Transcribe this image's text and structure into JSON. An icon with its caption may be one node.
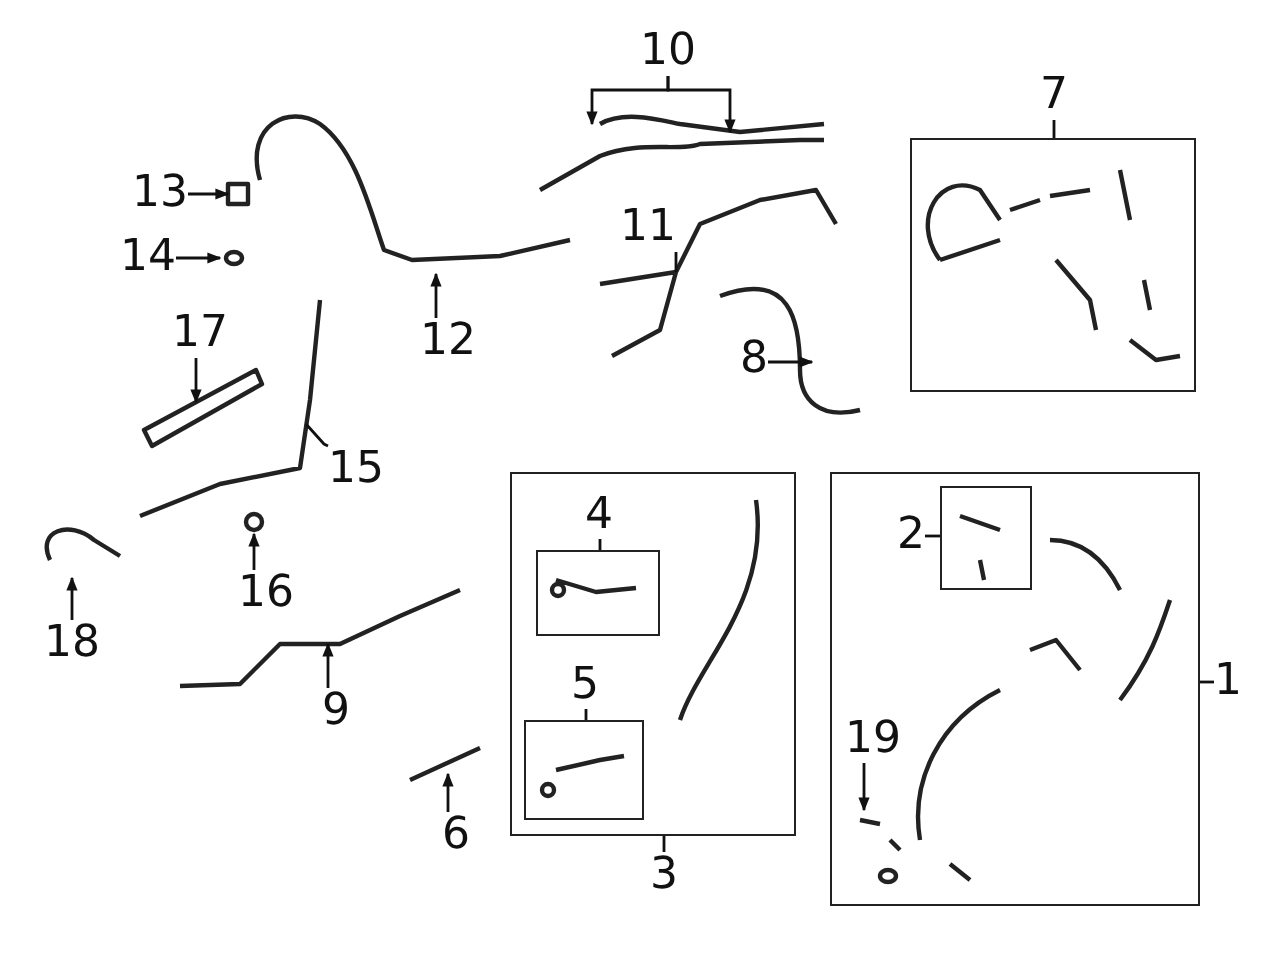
{
  "diagram": {
    "nodes": [
      {
        "text": [
          "10"
        ]
      },
      {
        "text": [
          "13"
        ]
      },
      {
        "text": [
          "14"
        ]
      },
      {
        "text": [
          "12"
        ]
      },
      {
        "text": [
          "11"
        ]
      },
      {
        "text": [],
        "shape": "box"
      },
      {
        "text": [
          "7"
        ]
      },
      {
        "text": [
          "17"
        ]
      },
      {
        "text": [
          "8"
        ]
      },
      {
        "text": [
          "15"
        ]
      },
      {
        "text": [
          "18"
        ]
      },
      {
        "text": [
          "16"
        ]
      },
      {
        "text": [],
        "shape": "box"
      },
      {
        "text": [],
        "shape": "box",
        "in": 12
      },
      {
        "text": [
          "4"
        ],
        "in": 12
      },
      {
        "text": [],
        "shape": "box",
        "in": 12
      },
      {
        "text": [
          "5"
        ],
        "in": 12
      },
      {
        "text": [
          "3"
        ]
      },
      {
        "text": [],
        "shape": "box"
      },
      {
        "text": [],
        "shape": "box",
        "in": 18
      },
      {
        "text": [
          "2"
        ],
        "in": 18
      },
      {
        "text": [
          "1"
        ]
      },
      {
        "text": [
          "9"
        ]
      },
      {
        "text": [
          "6"
        ]
      },
      {
        "text": [
          "19"
        ],
        "in": 18
      }
    ],
    "edges": [
      {
        "from": 0,
        "to": null,
        "arrow": "to"
      },
      {
        "from": 0,
        "to": null,
        "arrow": "to"
      },
      {
        "from": 1,
        "to": null,
        "arrow": "to"
      },
      {
        "from": 2,
        "to": null,
        "arrow": "to"
      },
      {
        "from": 3,
        "to": null,
        "arrow": "to"
      },
      {
        "from": 4,
        "to": null,
        "arrow": "none"
      },
      {
        "from": 6,
        "to": 5,
        "arrow": "none"
      },
      {
        "from": 7,
        "to": null,
        "arrow": "to"
      },
      {
        "from": 8,
        "to": null,
        "arrow": "to"
      },
      {
        "from": 9,
        "to": null,
        "arrow": "none"
      },
      {
        "from": 10,
        "to": null,
        "arrow": "to"
      },
      {
        "from": 11,
        "to": null,
        "arrow": "to"
      },
      {
        "from": 14,
        "to": 13,
        "arrow": "none"
      },
      {
        "from": 16,
        "to": 15,
        "arrow": "none"
      },
      {
        "from": 17,
        "to": 12,
        "arrow": "none"
      },
      {
        "from": 20,
        "to": 19,
        "arrow": "none"
      },
      {
        "from": 21,
        "to": 18,
        "arrow": "none"
      },
      {
        "from": 22,
        "to": null,
        "arrow": "to"
      },
      {
        "from": 23,
        "to": null,
        "arrow": "to"
      },
      {
        "from": 24,
        "to": null,
        "arrow": "to"
      }
    ]
  }
}
